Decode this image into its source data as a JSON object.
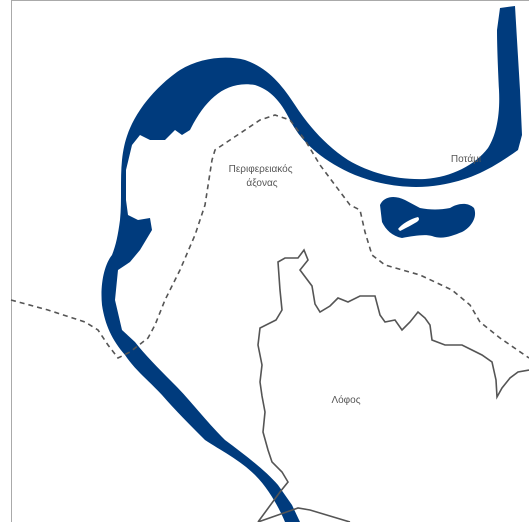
{
  "colors": {
    "background": "#ffffff",
    "border": "#aaaaaa",
    "river": "#003b7d",
    "ring_road": "#555555",
    "hill_outline": "#555555",
    "label_text": "#555555"
  },
  "labels": {
    "ring_road": [
      "Περιφερειακός",
      "άξονας"
    ],
    "river": "Ποτάμι",
    "hill": "Λόφος"
  }
}
